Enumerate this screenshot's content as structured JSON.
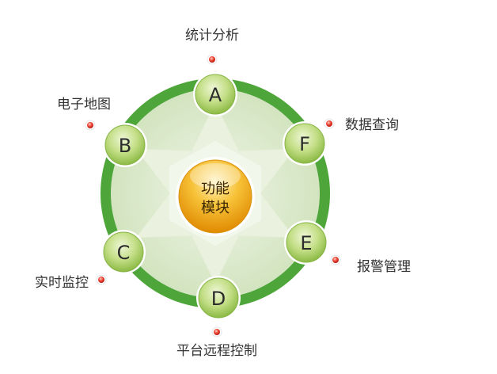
{
  "center": {
    "line1": "功能",
    "line2": "模块"
  },
  "nodes": [
    {
      "letter": "A",
      "label": "统计分析"
    },
    {
      "letter": "B",
      "label": "电子地图"
    },
    {
      "letter": "C",
      "label": "实时监控"
    },
    {
      "letter": "D",
      "label": "平台远程控制"
    },
    {
      "letter": "E",
      "label": "报警管理"
    },
    {
      "letter": "F",
      "label": "数据查询"
    }
  ],
  "colors": {
    "ring": "#4ea63a",
    "disk": "#d9e8c8",
    "star": "#edf4e4",
    "node_fill": "#b5d67a",
    "center_fill": "#f2b21d",
    "bullet": "#e0302a"
  }
}
